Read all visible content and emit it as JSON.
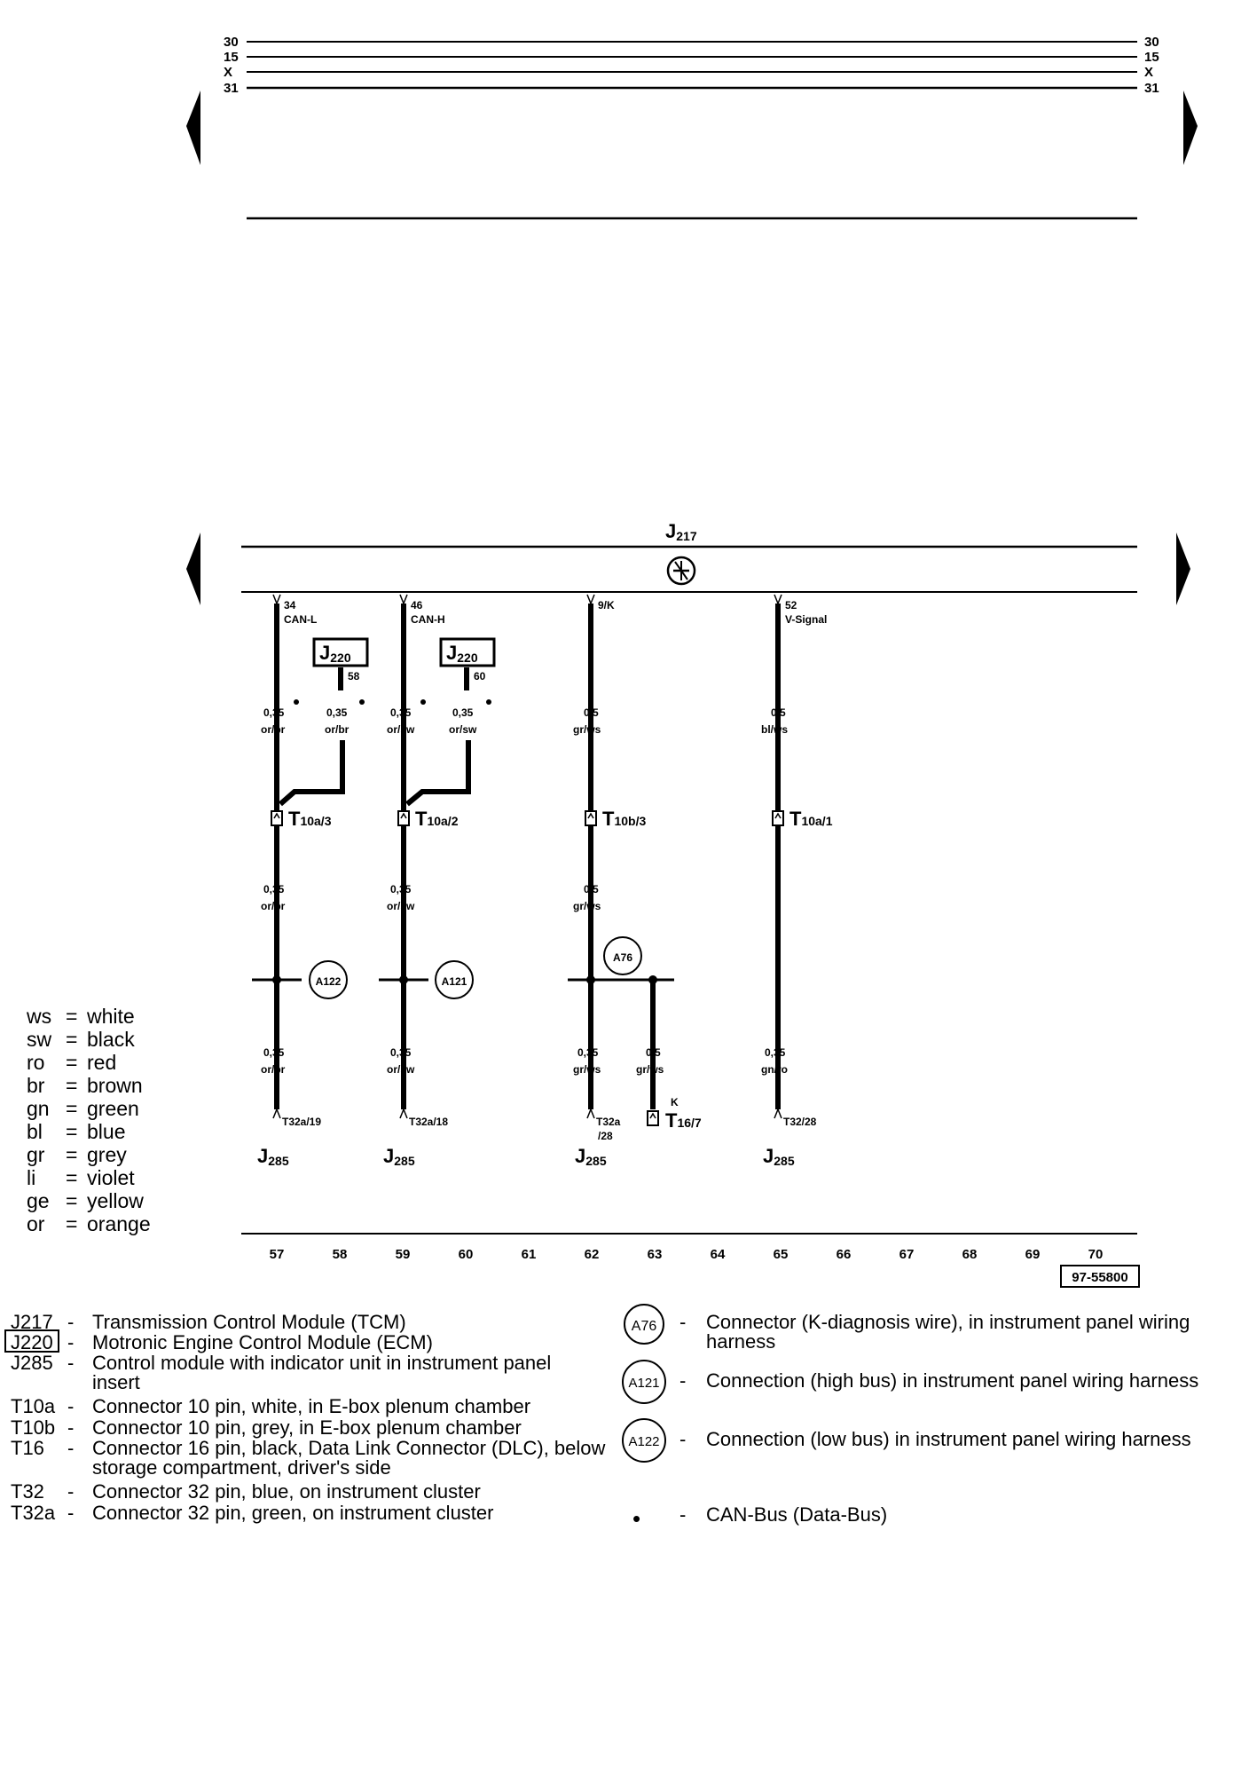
{
  "rails": {
    "labels": [
      "30",
      "15",
      "X",
      "31"
    ]
  },
  "modules": {
    "top": {
      "code": "J",
      "sub": "217"
    },
    "bottom": {
      "code": "J",
      "sub": "285"
    },
    "ecm": {
      "code": "J",
      "sub": "220"
    }
  },
  "wires": [
    {
      "pin": "34",
      "signal": "CAN-L",
      "size_top": "0,35",
      "color_top": "or/br",
      "size_mid": "0,35",
      "color_mid": "or/br",
      "size_bot": "0,35",
      "color_bot": "or/br",
      "connector": {
        "code": "T",
        "sub": "10a/3"
      },
      "splice": "A122",
      "end_pin": "T32a/19",
      "module": "J285"
    },
    {
      "pin": "46",
      "signal": "CAN-H",
      "size_top": "0,35",
      "color_top": "or/sw",
      "size_mid": "0,35",
      "color_mid": "or/sw",
      "size_bot": "0,35",
      "color_bot": "or/sw",
      "connector": {
        "code": "T",
        "sub": "10a/2"
      },
      "splice": "A121",
      "end_pin": "T32a/18",
      "module": "J285"
    },
    {
      "pin": "9/K",
      "signal": "",
      "size_top": "0,5",
      "color_top": "gr/ws",
      "size_mid": "0,5",
      "color_mid": "gr/ws",
      "size_bot": "0,35",
      "color_bot": "gr/ws",
      "connector": {
        "code": "T",
        "sub": "10b/3"
      },
      "splice": "A76",
      "end_pin_a": "T32a",
      "end_pin_b": "/28",
      "module": "J285"
    },
    {
      "pin": "52",
      "signal": "V-Signal",
      "size_top": "0,5",
      "color_top": "bl/ws",
      "size_bot": "0,35",
      "color_bot": "gn/ro",
      "connector": {
        "code": "T",
        "sub": "10a/1"
      },
      "end_pin": "T32/28",
      "module": "J285"
    }
  ],
  "ecm_branches": [
    {
      "pin": "58",
      "size": "0,35",
      "color": "or/br"
    },
    {
      "pin": "60",
      "size": "0,35",
      "color": "or/sw"
    }
  ],
  "k_branch": {
    "size": "0,5",
    "color": "gr/ws",
    "tag": "K",
    "connector": {
      "code": "T",
      "sub": "16/7"
    }
  },
  "grid_numbers": [
    "57",
    "58",
    "59",
    "60",
    "61",
    "62",
    "63",
    "64",
    "65",
    "66",
    "67",
    "68",
    "69",
    "70"
  ],
  "diagram_id": "97-55800",
  "color_key": [
    {
      "code": "ws",
      "name": "white"
    },
    {
      "code": "sw",
      "name": "black"
    },
    {
      "code": "ro",
      "name": "red"
    },
    {
      "code": "br",
      "name": "brown"
    },
    {
      "code": "gn",
      "name": "green"
    },
    {
      "code": "bl",
      "name": "blue"
    },
    {
      "code": "gr",
      "name": "grey"
    },
    {
      "code": "li",
      "name": "violet"
    },
    {
      "code": "ge",
      "name": "yellow"
    },
    {
      "code": "or",
      "name": "orange"
    }
  ],
  "legend_left": [
    {
      "code": "J217",
      "dash": "-",
      "lines": [
        "Transmission Control Module (TCM)"
      ]
    },
    {
      "code": "J220",
      "dash": "-",
      "lines": [
        "Motronic Engine Control Module (ECM)"
      ],
      "boxed": true
    },
    {
      "code": "J285",
      "dash": "-",
      "lines": [
        "Control module with indicator unit in instrument panel",
        "insert"
      ]
    },
    {
      "code": "T10a",
      "dash": "-",
      "lines": [
        "Connector 10 pin, white, in E-box plenum chamber"
      ]
    },
    {
      "code": "T10b",
      "dash": "-",
      "lines": [
        "Connector 10 pin, grey, in E-box plenum chamber"
      ]
    },
    {
      "code": "T16",
      "dash": "-",
      "lines": [
        "Connector 16 pin, black, Data Link Connector (DLC), below",
        "storage compartment, driver's side"
      ]
    },
    {
      "code": "T32",
      "dash": "-",
      "lines": [
        "Connector 32 pin, blue, on instrument cluster"
      ]
    },
    {
      "code": "T32a",
      "dash": "-",
      "lines": [
        "Connector 32 pin, green, on instrument cluster"
      ]
    }
  ],
  "legend_right": [
    {
      "symbol": "A76",
      "dash": "-",
      "lines": [
        "Connector (K-diagnosis wire), in instrument panel wiring",
        "harness"
      ]
    },
    {
      "symbol": "A121",
      "dash": "-",
      "lines": [
        "Connection (high bus) in instrument panel wiring harness"
      ]
    },
    {
      "symbol": "A122",
      "dash": "-",
      "lines": [
        "Connection (low bus) in instrument panel wiring harness"
      ]
    },
    {
      "symbol": "•",
      "dash": "-",
      "lines": [
        "CAN-Bus (Data-Bus)"
      ]
    }
  ]
}
